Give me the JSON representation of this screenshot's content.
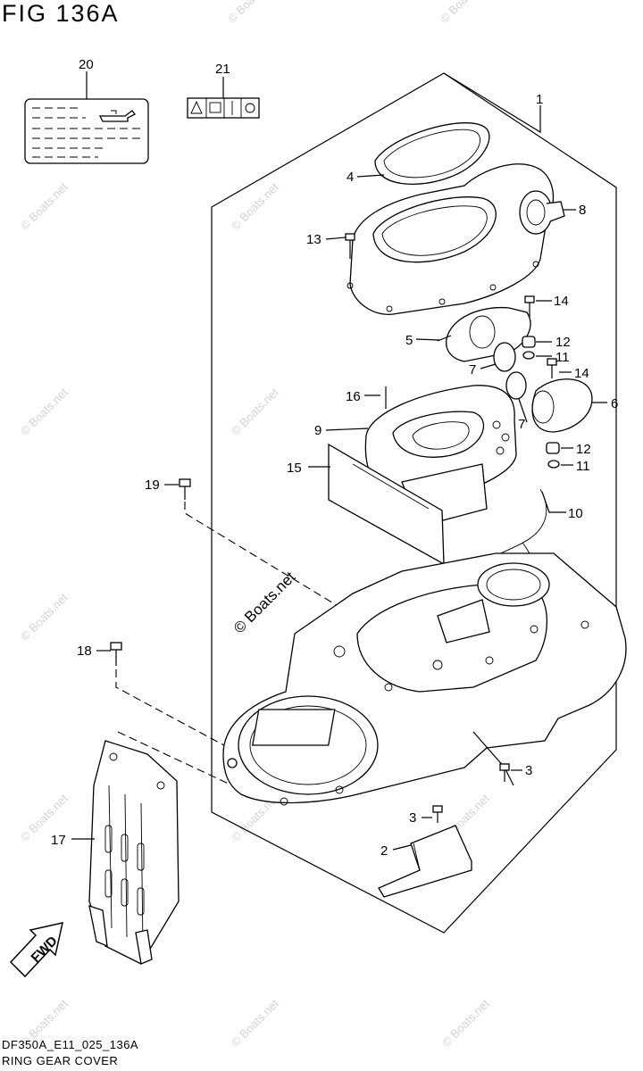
{
  "figure": {
    "title": "FIG 136A",
    "code": "DF350A_E11_025_136A",
    "name": "RING GEAR COVER",
    "watermark": "© Boats.net",
    "callouts": {
      "c1": "1",
      "c2": "2",
      "c3a": "3",
      "c3b": "3",
      "c4": "4",
      "c5": "5",
      "c6": "6",
      "c7a": "7",
      "c7b": "7",
      "c8": "8",
      "c9": "9",
      "c10": "10",
      "c11a": "11",
      "c11b": "11",
      "c12a": "12",
      "c12b": "12",
      "c13": "13",
      "c14a": "14",
      "c14b": "14",
      "c15": "15",
      "c16": "16",
      "c17": "17",
      "c18": "18",
      "c19": "19",
      "c20": "20",
      "c21": "21"
    },
    "fwd_label": "FWD"
  }
}
